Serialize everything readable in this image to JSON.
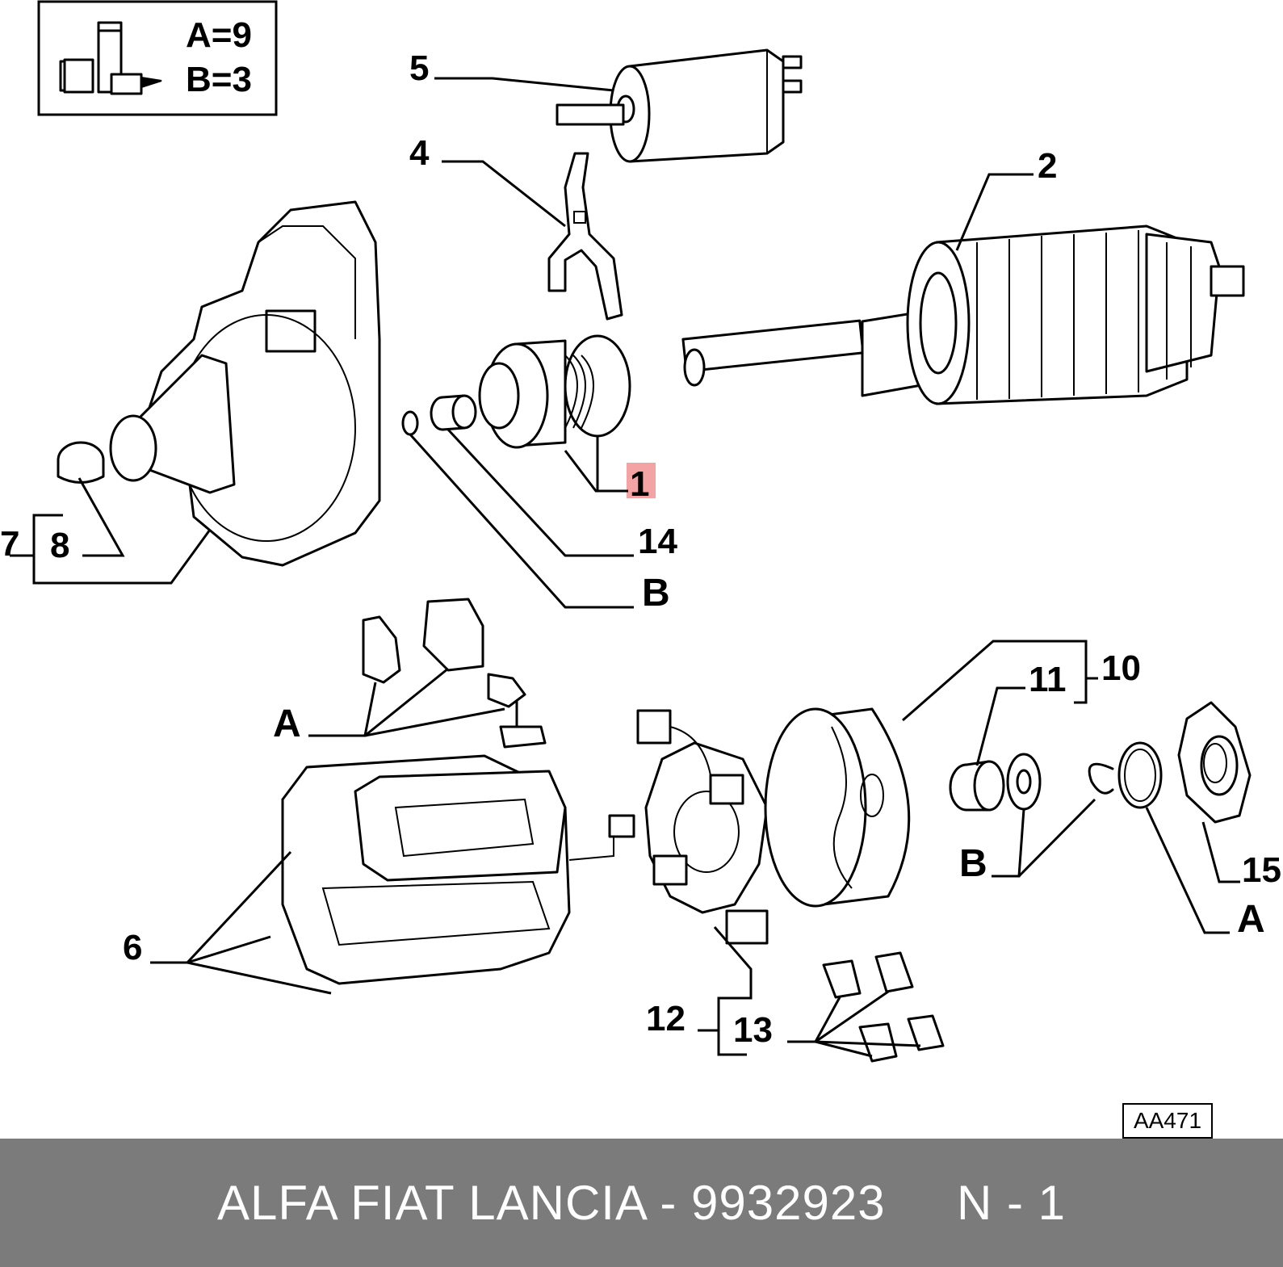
{
  "legend": {
    "a_eq": "A=9",
    "b_eq": "B=3"
  },
  "labels": {
    "p1": "1",
    "p2": "2",
    "p4": "4",
    "p5": "5",
    "p6": "6",
    "p7": "7",
    "p8": "8",
    "p10": "10",
    "p11": "11",
    "p12": "12",
    "p13": "13",
    "p14": "14",
    "p15": "15",
    "b_upper": "B",
    "a_left": "A",
    "b_lower": "B",
    "a_right": "A"
  },
  "highlight_color": "#f3a3a3",
  "drawing_code": "AA471",
  "footer": {
    "text": "ALFA FIAT LANCIA - 9932923     N - 1"
  }
}
